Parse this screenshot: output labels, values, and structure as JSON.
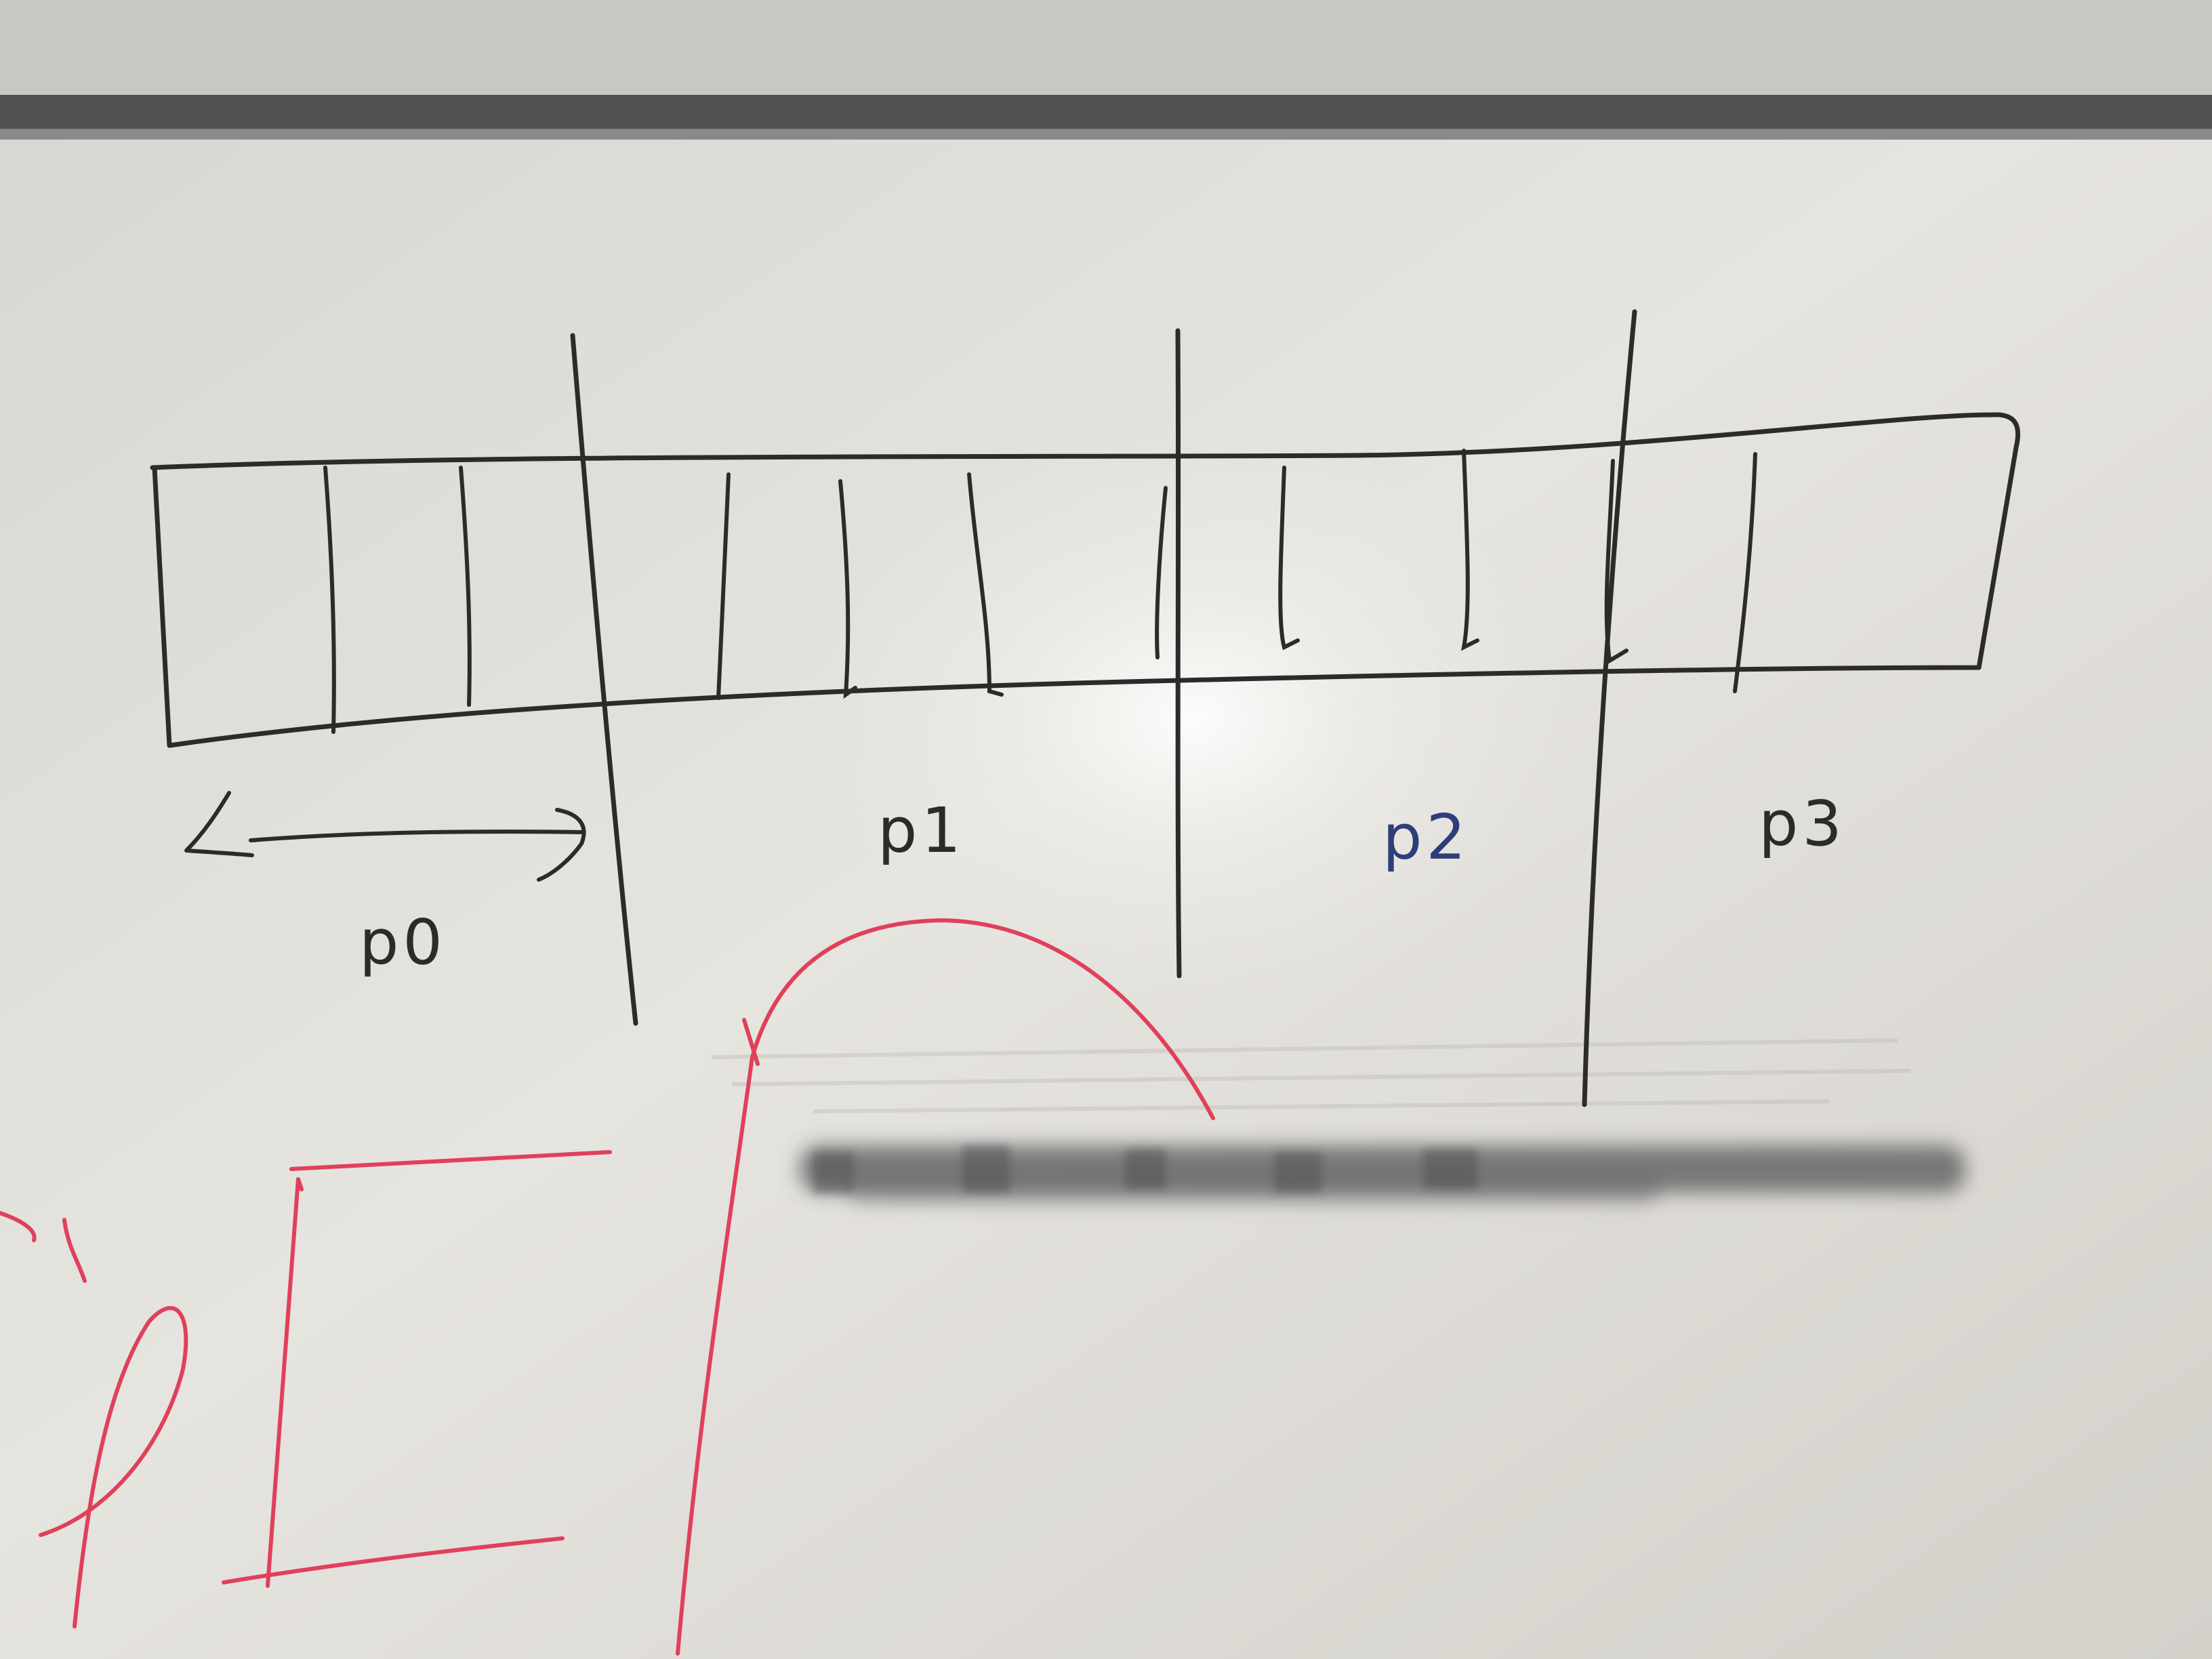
{
  "scene": {
    "subject": "whiteboard",
    "background_color": "#e4e2dd",
    "marker_colors": {
      "black": "#2b2b2b",
      "blue": "#2e3d7a",
      "red": "#e0405a"
    }
  },
  "partition_labels": [
    {
      "text": "p0",
      "color": "#2b2b2b"
    },
    {
      "text": "p1",
      "color": "#2b2b2b"
    },
    {
      "text": "p2",
      "color": "#2e3d7a"
    },
    {
      "text": "p3",
      "color": "#2b2b2b"
    }
  ],
  "array": {
    "cell_count": 14,
    "partition_count": 4
  }
}
